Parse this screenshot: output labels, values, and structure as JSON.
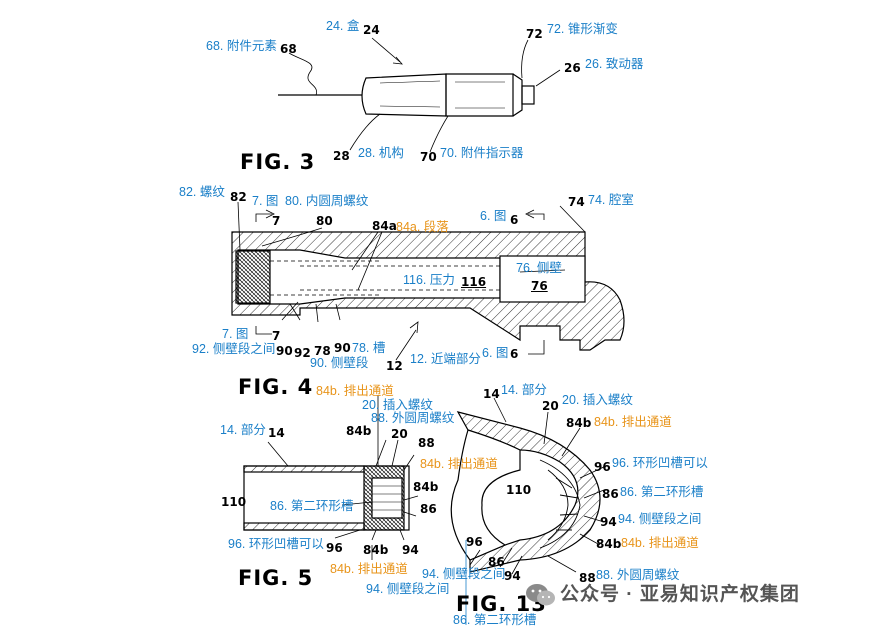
{
  "fig3": {
    "title": "FIG. 3",
    "labels": {
      "l68": "68. 附件元素",
      "n68": "68",
      "l24": "24. 盒",
      "n24": "24",
      "l72": "72. 锥形渐变",
      "n72": "72",
      "l26": "26. 致动器",
      "n26": "26",
      "n28": "28",
      "l28": "28. 机构",
      "n70": "70",
      "l70": "70. 附件指示器"
    }
  },
  "fig4": {
    "title": "FIG. 4",
    "labels": {
      "l82": "82. 螺纹",
      "n82": "82",
      "l7a": "7. 图",
      "n7a": "7",
      "l80": "80. 内圆周螺纹",
      "n80": "80",
      "n84a": "84a",
      "l84a": "84a. 段落",
      "l6a": "6. 图",
      "n6a": "6",
      "n74": "74",
      "l74": "74. 腔室",
      "l76": "76. 侧壁",
      "n76": "76",
      "l116": "116. 压力",
      "n116": "116",
      "l7b": "7. 图",
      "n7b": "7",
      "l92": "92. 侧壁段之间",
      "n90a": "90",
      "n92": "92",
      "n78": "78",
      "n90b": "90",
      "l78": "78. 槽",
      "l90": "90. 侧壁段",
      "n12": "12",
      "l12": "12. 近端部分",
      "l6b": "6. 图",
      "n6b": "6"
    }
  },
  "fig5": {
    "title": "FIG. 5",
    "labels": {
      "l84b_top": "84b. 排出通道",
      "l20": "20. 插入螺纹",
      "l88": "88. 外圆周螺纹",
      "l14": "14. 部分",
      "n14": "14",
      "n84b_a": "84b",
      "n20": "20",
      "n88": "88",
      "l84b_mid": "84b. 排出通道",
      "n84b_b": "84b",
      "n110": "110",
      "l86": "86. 第二环形槽",
      "n86": "86",
      "l96": "96. 环形凹槽可以",
      "n96": "96",
      "n84b_c": "84b",
      "n94": "94",
      "l84b_bot": "84b. 排出通道",
      "l94": "94. 侧壁段之间"
    }
  },
  "fig13": {
    "title": "FIG. 13",
    "labels": {
      "n14": "14",
      "l14": "14. 部分",
      "l20": "20. 插入螺纹",
      "n20": "20",
      "n84b_a": "84b",
      "l84b_a": "84b. 排出通道",
      "n110": "110",
      "n96a": "96",
      "l96": "96. 环形凹槽可以",
      "n86a": "86",
      "l86": "86. 第二环形槽",
      "n94a": "94",
      "l94": "94. 侧壁段之间",
      "n84b_b": "84b",
      "l84b_b": "84b. 排出通道",
      "n96b": "96",
      "n86b": "86",
      "n94b": "94",
      "l94b": "94. 侧壁段之间",
      "n88": "88",
      "l88": "88. 外圆周螺纹",
      "l86b": "86. 第二环形槽"
    }
  },
  "watermark": {
    "text": "公众号 · 亚易知识产权集团",
    "icon": "wechat-icon"
  }
}
